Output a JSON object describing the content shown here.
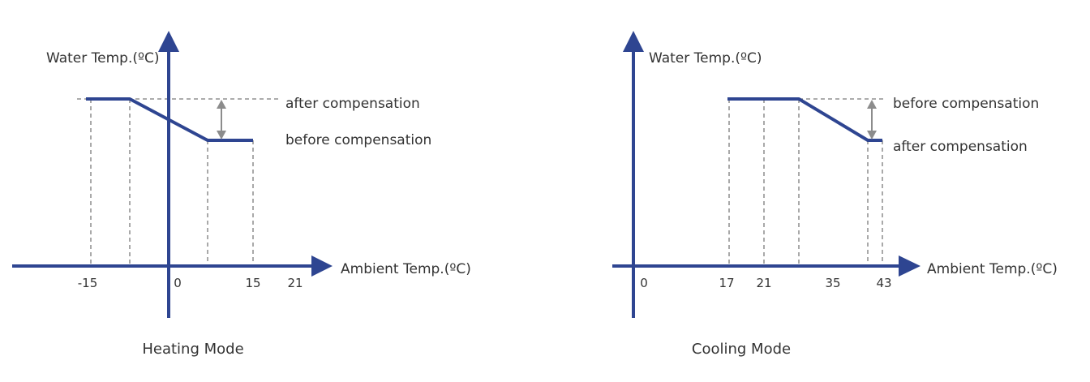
{
  "colors": {
    "axis": "#2e4591",
    "guide": "#7b7b7b",
    "arrow": "#8c8c8c",
    "text": "#333333"
  },
  "heating": {
    "caption": "Heating Mode",
    "y_label": "Water Temp.(ºC)",
    "x_label": "Ambient Temp.(ºC)",
    "upper_label": "after compensation",
    "lower_label": "before compensation",
    "ticks": [
      "-15",
      "0",
      "15",
      "21"
    ]
  },
  "cooling": {
    "caption": "Cooling Mode",
    "y_label": "Water Temp.(ºC)",
    "x_label": "Ambient Temp.(ºC)",
    "upper_label": "before compensation",
    "lower_label": "after compensation",
    "ticks": [
      "0",
      "17",
      "21",
      "35",
      "43"
    ]
  }
}
